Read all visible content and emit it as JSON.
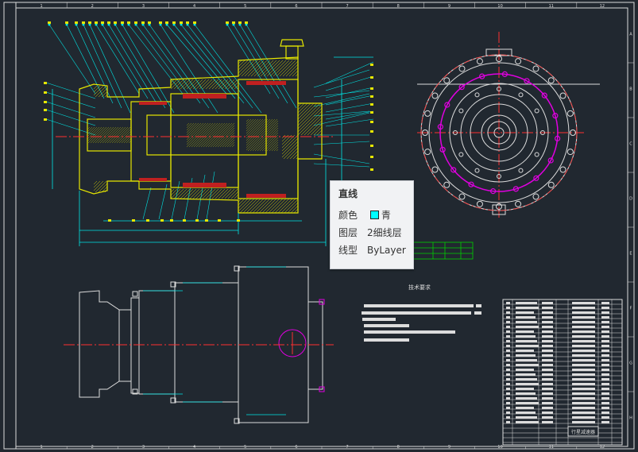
{
  "colors": {
    "background": "#212830",
    "frame": "#dcdcdc",
    "part_yellow": "#e6e600",
    "dimension_cyan": "#00e5e5",
    "center_red": "#ff3030",
    "bolt_magenta": "#e000e0",
    "table_green": "#00d000",
    "tooltip_bg": "#f1f2f4",
    "swatch_cyan": "#00ffff"
  },
  "tooltip": {
    "title": "直线",
    "rows": [
      {
        "key": "颜色",
        "value": "青",
        "swatch": "#00ffff"
      },
      {
        "key": "图层",
        "value": "2细线层"
      },
      {
        "key": "线型",
        "value": "ByLayer"
      }
    ]
  },
  "drawing": {
    "tech_req_title": "技术要求",
    "column_marks": [
      "1",
      "2",
      "3",
      "4",
      "5",
      "6",
      "7",
      "8",
      "9",
      "10",
      "11",
      "12"
    ],
    "row_marks": [
      "A",
      "B",
      "C",
      "D",
      "E",
      "F",
      "G",
      "H"
    ],
    "title_block_name": "行星减速器"
  }
}
